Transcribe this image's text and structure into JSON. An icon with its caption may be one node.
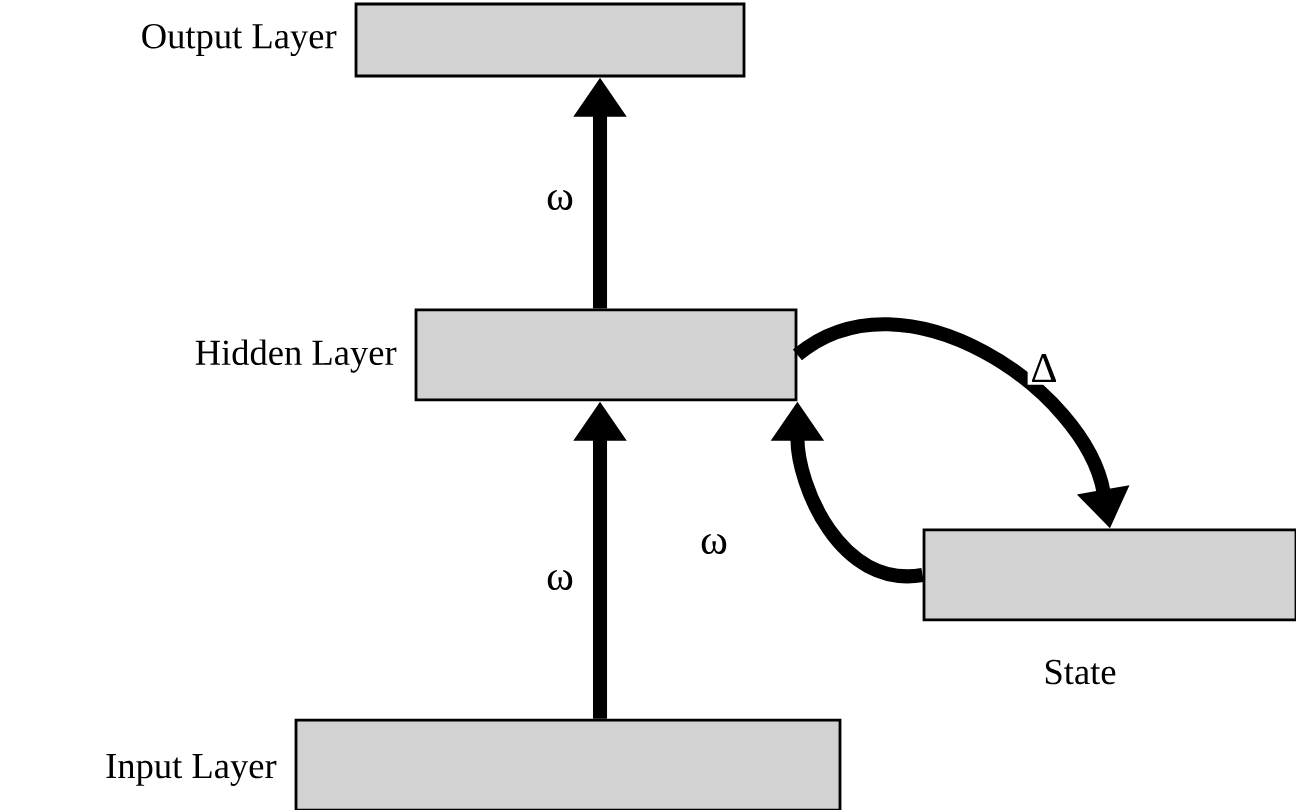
{
  "diagram": {
    "nodes": [
      {
        "text": [
          "Output Layer"
        ]
      },
      {
        "text": [
          "Hidden Layer"
        ]
      },
      {
        "text": [
          "Input Layer"
        ]
      },
      {
        "text": [
          "State"
        ]
      }
    ],
    "edges": [
      {
        "from": 2,
        "to": 1,
        "arrow": "to",
        "label": "ω"
      },
      {
        "from": 1,
        "to": 0,
        "arrow": "to",
        "label": "ω"
      },
      {
        "from": 1,
        "to": 3,
        "arrow": "to",
        "label": "Δ"
      },
      {
        "from": 3,
        "to": 1,
        "arrow": "to",
        "label": "ω"
      }
    ]
  }
}
